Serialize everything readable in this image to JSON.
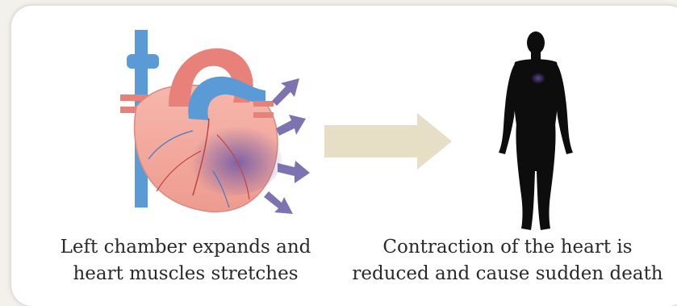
{
  "left_caption": {
    "line1": "Left chamber expands and",
    "line2": "heart muscles stretches"
  },
  "right_caption": {
    "line1": "Contraction of the heart is",
    "line2": "reduced and cause sudden death"
  },
  "icons": {
    "heart": "enlarged-heart-icon",
    "stretch_arrows": "expansion-arrows-icon",
    "transition": "right-arrow-icon",
    "person": "human-silhouette-icon"
  },
  "colors": {
    "heart_muscle": "#f2a89e",
    "vessel_blue": "#5b9bd5",
    "aorta": "#e8817a",
    "stretch_arrow": "#7d73b0",
    "transition_arrow": "#e6dfc6",
    "silhouette": "#0d0d0d"
  }
}
